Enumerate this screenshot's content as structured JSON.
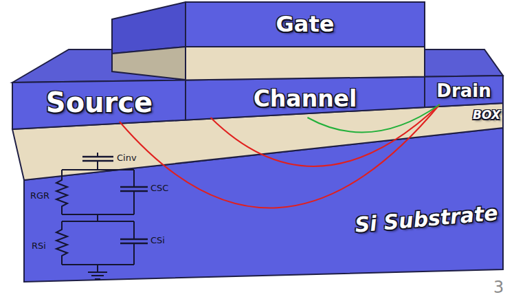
{
  "diagram": {
    "nodes": [
      {
        "text": [
          "Gate"
        ]
      },
      {
        "text": [
          "Source"
        ]
      },
      {
        "text": [
          "Channel"
        ]
      },
      {
        "text": [
          "Drain"
        ]
      },
      {
        "text": [
          "BOX"
        ]
      },
      {
        "text": [
          "Si Substrate"
        ]
      }
    ],
    "edges": [
      {
        "from": 1,
        "to": 3,
        "arrow": "none"
      },
      {
        "from": 2,
        "to": 3,
        "arrow": "none"
      },
      {
        "from": 2,
        "to": 3,
        "arrow": "none"
      }
    ],
    "labels": [
      "Cinv",
      "CSC",
      "RGR",
      "CSi",
      "RSi",
      "3"
    ]
  }
}
